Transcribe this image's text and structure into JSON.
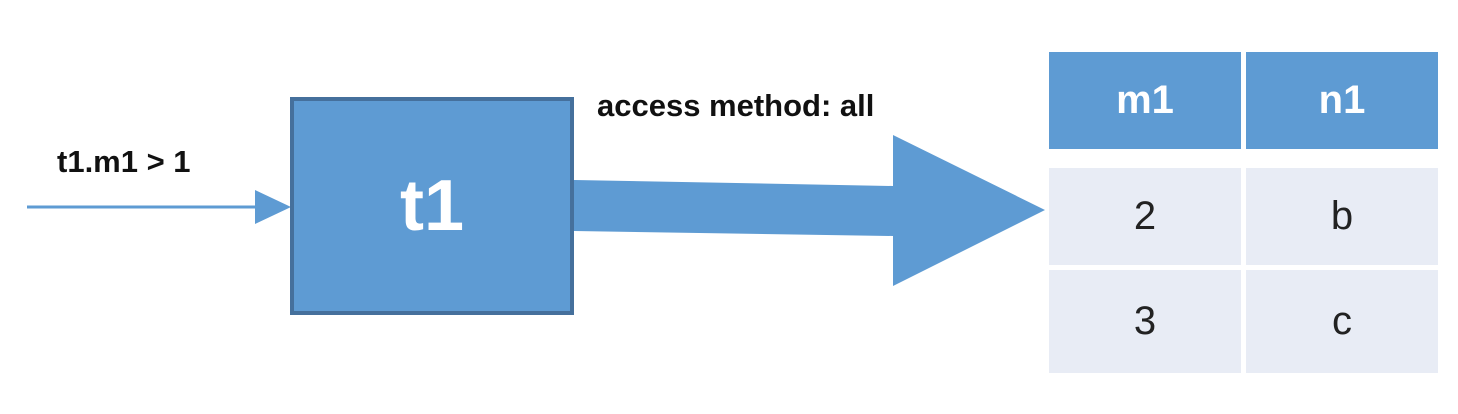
{
  "condition_label": "t1.m1 > 1",
  "access_label": "access method: all",
  "table_node": {
    "label": "t1"
  },
  "result_table": {
    "columns": [
      "m1",
      "n1"
    ],
    "rows": [
      [
        "2",
        "b"
      ],
      [
        "3",
        "c"
      ]
    ]
  },
  "colors": {
    "accent_blue": "#5e9bd3",
    "node_border": "#45709c",
    "table_body": "#e8ecf5"
  }
}
